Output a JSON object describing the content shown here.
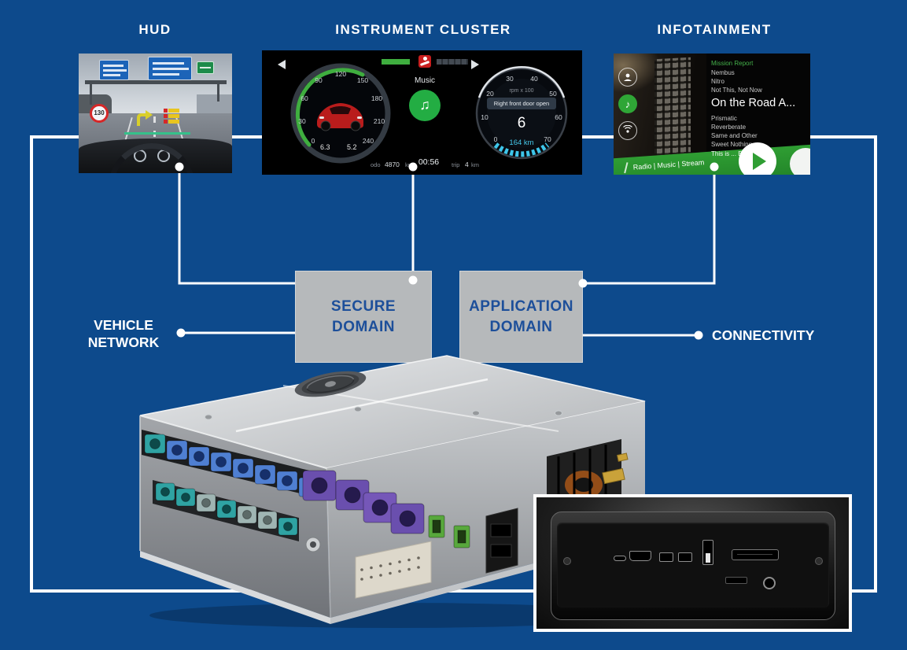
{
  "colors": {
    "background": "#0d4a8c",
    "frame_white": "#ffffff",
    "domain_box_gray": "#b6b9bb",
    "domain_text_blue": "#1d4f9a",
    "music_green": "#23ad43",
    "band_green": "#2f9e33",
    "cyan_accent": "#3ec6ea",
    "warning_red": "#c81e1e"
  },
  "titles": {
    "hud": "HUD",
    "instrument_cluster": "INSTRUMENT CLUSTER",
    "infotainment": "INFOTAINMENT"
  },
  "side_labels": {
    "vehicle_network_line1": "VEHICLE",
    "vehicle_network_line2": "NETWORK",
    "connectivity": "CONNECTIVITY"
  },
  "domain_boxes": {
    "secure": {
      "line1": "SECURE",
      "line2": "DOMAIN"
    },
    "application": {
      "line1": "APPLICATION",
      "line2": "DOMAIN"
    }
  },
  "hud_screen": {
    "speed_limit": "130"
  },
  "cluster_screen": {
    "speedo_ticks": [
      "0",
      "30",
      "60",
      "90",
      "120",
      "150",
      "180",
      "210",
      "240"
    ],
    "tach_ticks": [
      "0",
      "10",
      "20",
      "30",
      "40",
      "50",
      "60",
      "70"
    ],
    "rpm_label": "rpm x 100",
    "warning_message": "Right front door open",
    "gear": "6",
    "range": "164 km",
    "music_label": "Music",
    "fuel_value": "6.3",
    "consumption_value": "5.2",
    "odo_label": "odo",
    "odo_value": "4870",
    "odo_unit": "km",
    "clock": "00:56",
    "trip_label": "trip",
    "trip_value": "4",
    "trip_unit": "km"
  },
  "infotainment_screen": {
    "list": [
      "Mission Report",
      "Nembus",
      "Nitro",
      "Not This, Not Now",
      "On the Road A...",
      "Prismatic",
      "Reverberate",
      "Same and Other",
      "Sweet Nothing",
      "This is ... Beyond B..."
    ],
    "bottom_tabs": "Radio | Music | Stream"
  }
}
